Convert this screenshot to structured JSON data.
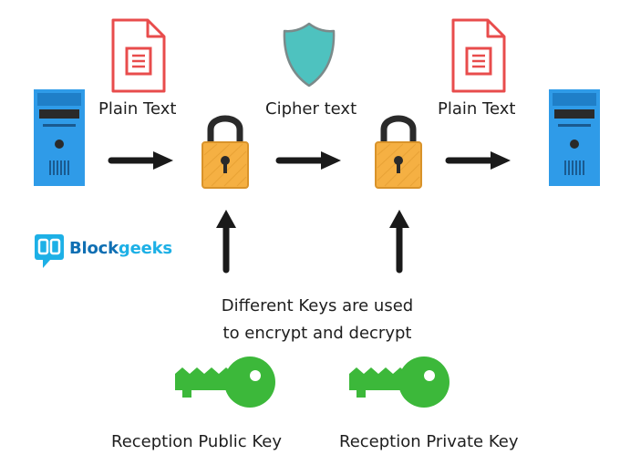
{
  "labels": {
    "plain_text_left": "Plain Text",
    "cipher_text": "Cipher text",
    "plain_text_right": "Plain Text",
    "keys_note_line1": "Different Keys are used",
    "keys_note_line2": "to encrypt and decrypt",
    "public_key": "Reception Public Key",
    "private_key": "Reception Private Key"
  },
  "logo": {
    "part1": "Block",
    "part2": "geeks",
    "color_part1": "#0f6fb3",
    "color_part2": "#1db0e6"
  },
  "colors": {
    "document": "#e84c4c",
    "shield": "#4ec2bf",
    "server": "#2f9be8",
    "lock": "#f5b043",
    "key": "#3cb83a",
    "arrow": "#1a1a1a"
  }
}
